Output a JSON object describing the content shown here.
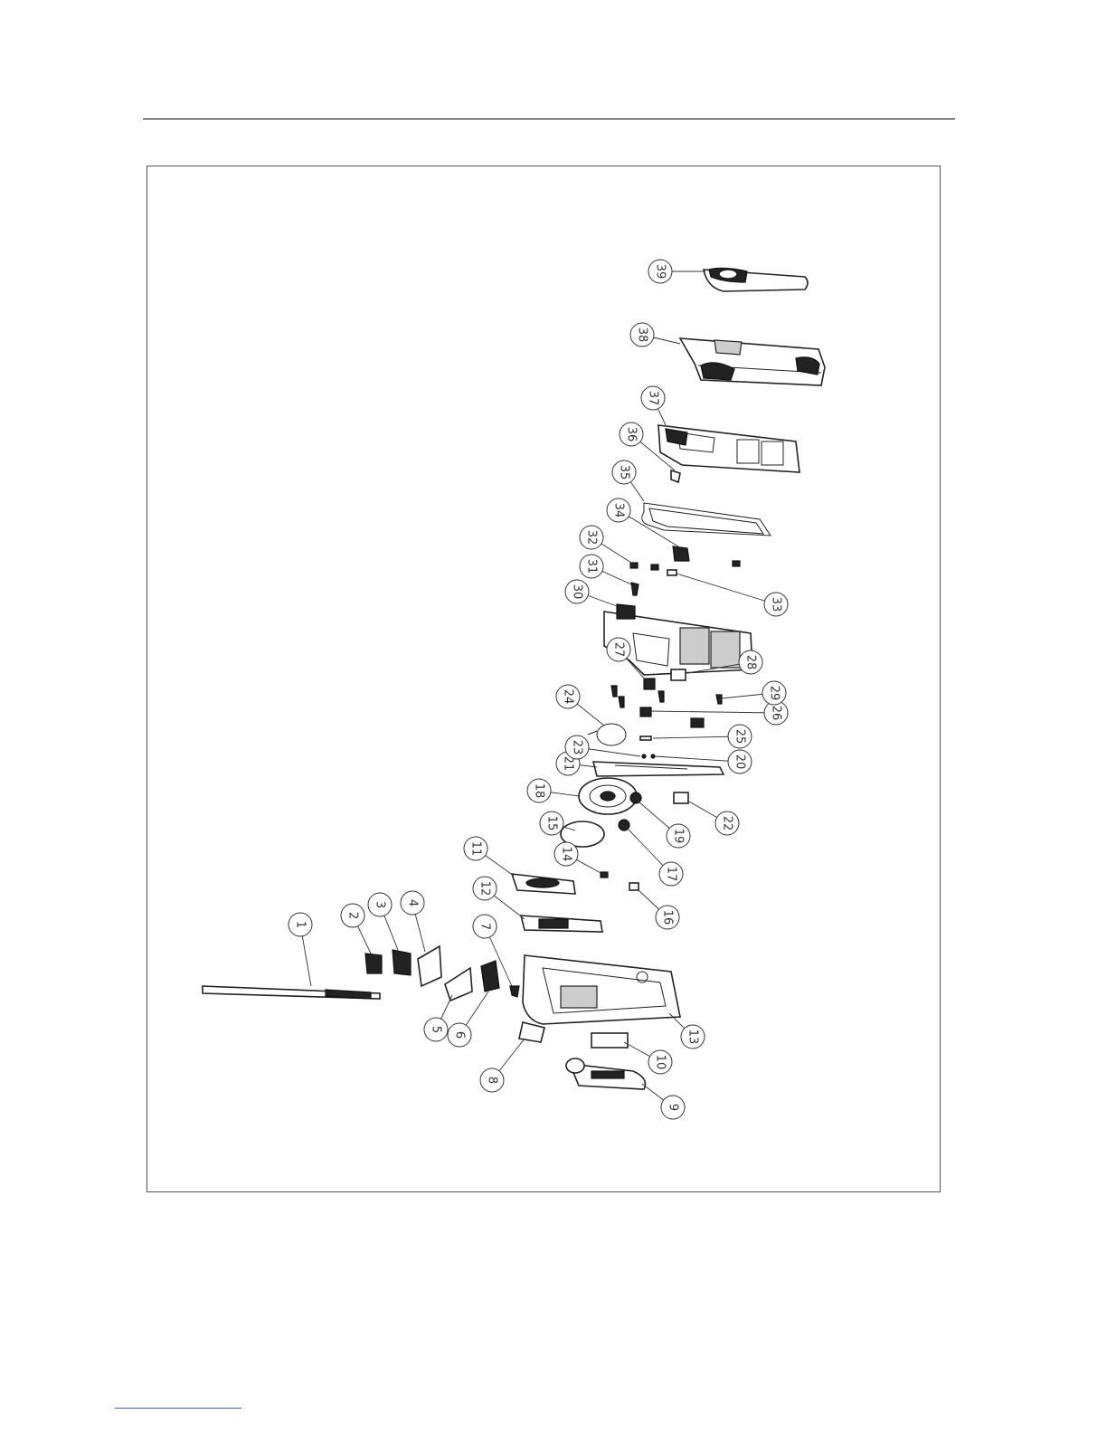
{
  "figure": {
    "callouts": [
      {
        "id": "1",
        "label": "1"
      },
      {
        "id": "2",
        "label": "2"
      },
      {
        "id": "3",
        "label": "3"
      },
      {
        "id": "4",
        "label": "4"
      },
      {
        "id": "5",
        "label": "5"
      },
      {
        "id": "6",
        "label": "6"
      },
      {
        "id": "7",
        "label": "7"
      },
      {
        "id": "8",
        "label": "8"
      },
      {
        "id": "9",
        "label": "9"
      },
      {
        "id": "10",
        "label": "10"
      },
      {
        "id": "11",
        "label": "11"
      },
      {
        "id": "12",
        "label": "12"
      },
      {
        "id": "13",
        "label": "13"
      },
      {
        "id": "14",
        "label": "14"
      },
      {
        "id": "15",
        "label": "15"
      },
      {
        "id": "16",
        "label": "16"
      },
      {
        "id": "17",
        "label": "17"
      },
      {
        "id": "18",
        "label": "18"
      },
      {
        "id": "19",
        "label": "19"
      },
      {
        "id": "20",
        "label": "20"
      },
      {
        "id": "21",
        "label": "21"
      },
      {
        "id": "22",
        "label": "22"
      },
      {
        "id": "23",
        "label": "23"
      },
      {
        "id": "24",
        "label": "24"
      },
      {
        "id": "25",
        "label": "25"
      },
      {
        "id": "26",
        "label": "26"
      },
      {
        "id": "27",
        "label": "27"
      },
      {
        "id": "28",
        "label": "28"
      },
      {
        "id": "29",
        "label": "29"
      },
      {
        "id": "30",
        "label": "30"
      },
      {
        "id": "31",
        "label": "31"
      },
      {
        "id": "32",
        "label": "32"
      },
      {
        "id": "33",
        "label": "33"
      },
      {
        "id": "34",
        "label": "34"
      },
      {
        "id": "35",
        "label": "35"
      },
      {
        "id": "36",
        "label": "36"
      },
      {
        "id": "37",
        "label": "37"
      },
      {
        "id": "38",
        "label": "38"
      },
      {
        "id": "39",
        "label": "39"
      }
    ]
  }
}
